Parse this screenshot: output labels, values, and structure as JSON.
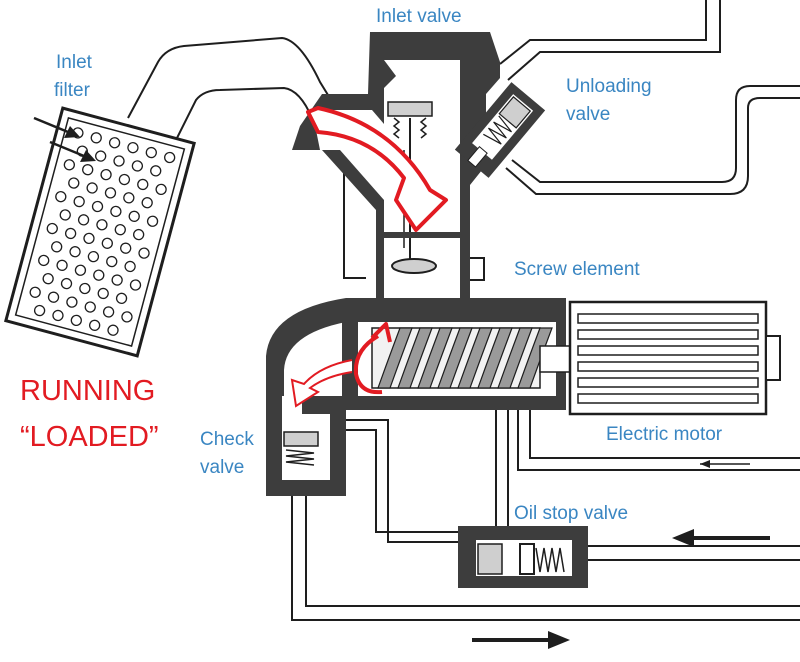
{
  "labels": {
    "inlet_filter_1": "Inlet",
    "inlet_filter_2": "filter",
    "inlet_valve": "Inlet valve",
    "unloading_valve_1": "Unloading",
    "unloading_valve_2": "valve",
    "screw_element": "Screw element",
    "check_valve_1": "Check",
    "check_valve_2": "valve",
    "electric_motor": "Electric motor",
    "oil_stop_valve": "Oil stop valve"
  },
  "status": {
    "line1": "RUNNING",
    "line2": "“LOADED”"
  },
  "colors": {
    "label_blue": "#3a86c2",
    "flow_red": "#e21b22",
    "housing_gray": "#3d3d3d"
  }
}
